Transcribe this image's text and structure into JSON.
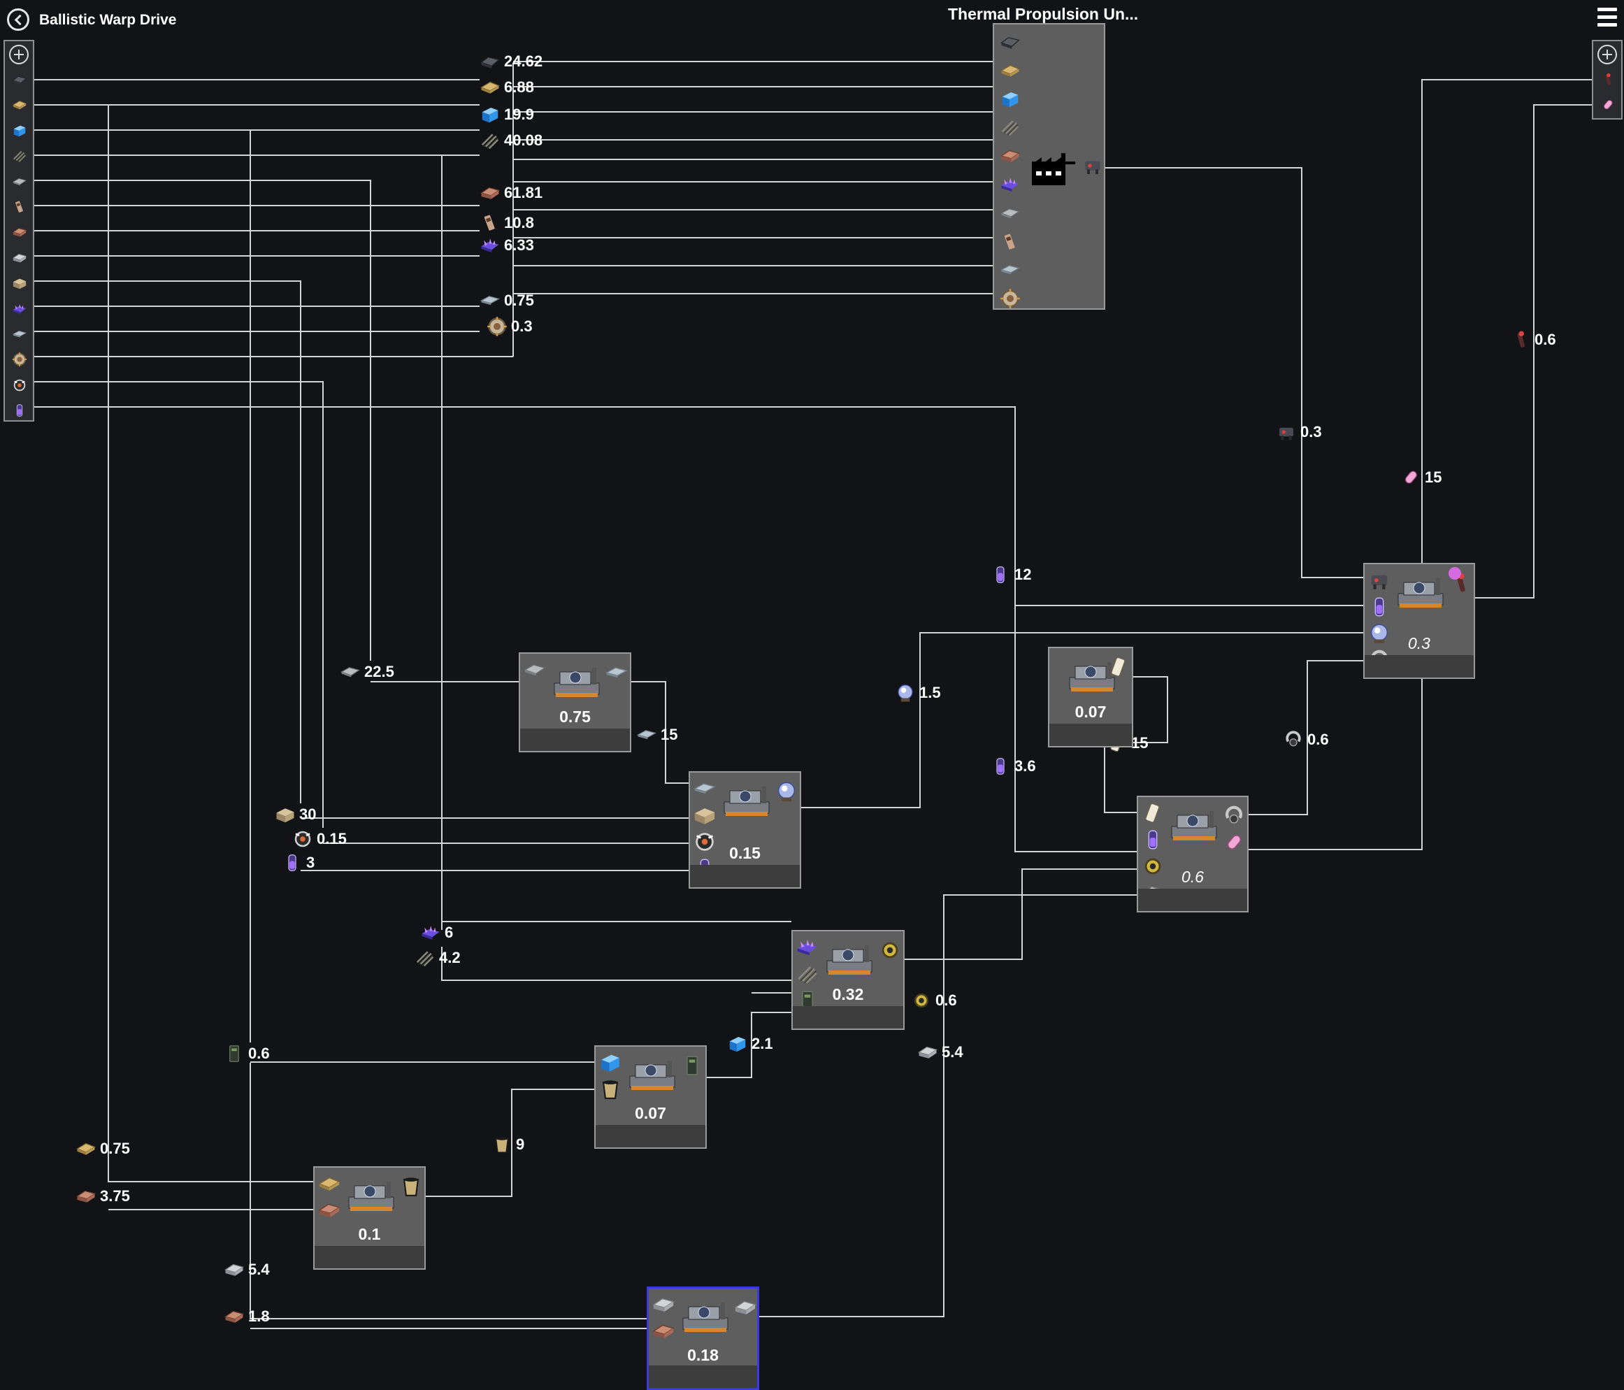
{
  "header": {
    "title": "Ballistic Warp Drive",
    "output_name": "Thermal Propulsion Un..."
  },
  "colors": {
    "background": "#121316",
    "wire": "#d4d4d4",
    "node_bg": "#5e5e5e",
    "selected_border": "#3a3adf",
    "status_dot": "#d56be0"
  },
  "left_inputs": [
    "steel-beam",
    "copper-ingot",
    "blue-crate",
    "rebar",
    "iron-plate",
    "fuse",
    "copper-plate",
    "steel-sheet",
    "sandstone",
    "violet-crystal",
    "glass-pane",
    "cog-gear",
    "skull-core",
    "phial"
  ],
  "right_inputs": [
    "torch-rod",
    "pink-capsule"
  ],
  "output_machine": {
    "left_items": [
      "steel-beam",
      "copper-ingot",
      "blue-crate",
      "rebar",
      "copper-plate",
      "violet-crystal",
      "iron-plate",
      "fuse",
      "glass-pane",
      "cog-gear"
    ],
    "right_item": "robot-drone"
  },
  "flow_labels": [
    {
      "icon": "steel-beam",
      "value": "24.62"
    },
    {
      "icon": "copper-ingot",
      "value": "6.88"
    },
    {
      "icon": "blue-crate",
      "value": "19.9"
    },
    {
      "icon": "rebar",
      "value": "40.08"
    },
    {
      "icon": "copper-plate",
      "value": "61.81"
    },
    {
      "icon": "fuse",
      "value": "10.8"
    },
    {
      "icon": "violet-crystal",
      "value": "6.33"
    },
    {
      "icon": "glass-pane",
      "value": "0.75"
    },
    {
      "icon": "cog-gear",
      "value": "0.3"
    },
    {
      "icon": "torch-rod",
      "value": "0.6"
    },
    {
      "icon": "robot-drone",
      "value": "0.3"
    },
    {
      "icon": "pink-capsule",
      "value": "15"
    },
    {
      "icon": "phial",
      "value": "12"
    },
    {
      "icon": "iron-plate",
      "value": "22.5"
    },
    {
      "icon": "glass-pane",
      "value": "15"
    },
    {
      "icon": "crystal-orb",
      "value": "1.5"
    },
    {
      "icon": "phial",
      "value": "3.6"
    },
    {
      "icon": "scroll-tube",
      "value": "15"
    },
    {
      "icon": "hook-ring",
      "value": "0.6"
    },
    {
      "icon": "sandstone",
      "value": "30"
    },
    {
      "icon": "skull-core",
      "value": "0.15"
    },
    {
      "icon": "phial",
      "value": "3"
    },
    {
      "icon": "violet-crystal",
      "value": "6"
    },
    {
      "icon": "rebar",
      "value": "4.2"
    },
    {
      "icon": "bolt-gadget",
      "value": "0.6"
    },
    {
      "icon": "blue-crate",
      "value": "2.1"
    },
    {
      "icon": "battery-cell",
      "value": "0.6"
    },
    {
      "icon": "steel-sheet",
      "value": "5.4"
    },
    {
      "icon": "tin-cup",
      "value": "9"
    },
    {
      "icon": "copper-ingot",
      "value": "0.75"
    },
    {
      "icon": "copper-plate",
      "value": "3.75"
    },
    {
      "icon": "steel-sheet",
      "value": "5.4"
    },
    {
      "icon": "copper-plate",
      "value": "1.8"
    }
  ],
  "nodes": [
    {
      "rate": "0.3",
      "italic": true,
      "inputs": [
        "robot-drone",
        "phial",
        "crystal-orb",
        "hook-ring"
      ],
      "outputs": [
        "torch-rod"
      ]
    },
    {
      "rate": "0.07",
      "italic": false,
      "inputs": [],
      "outputs": [
        "scroll-tube"
      ]
    },
    {
      "rate": "0.6",
      "italic": true,
      "inputs": [
        "scroll-tube",
        "phial",
        "bolt-gadget",
        "steel-sheet"
      ],
      "outputs": [
        "hook-ring",
        "pink-capsule"
      ]
    },
    {
      "rate": "0.75",
      "italic": false,
      "inputs": [
        "iron-plate"
      ],
      "outputs": [
        "glass-pane"
      ]
    },
    {
      "rate": "0.15",
      "italic": false,
      "inputs": [
        "glass-pane",
        "sandstone",
        "skull-core",
        "phial"
      ],
      "outputs": [
        "crystal-orb"
      ]
    },
    {
      "rate": "0.32",
      "italic": false,
      "inputs": [
        "violet-crystal",
        "rebar",
        "battery-cell"
      ],
      "outputs": [
        "bolt-gadget"
      ]
    },
    {
      "rate": "0.07",
      "italic": false,
      "inputs": [
        "blue-crate",
        "tin-cup"
      ],
      "outputs": [
        "battery-cell"
      ]
    },
    {
      "rate": "0.1",
      "italic": false,
      "inputs": [
        "copper-ingot",
        "copper-plate"
      ],
      "outputs": [
        "tin-cup"
      ]
    },
    {
      "rate": "0.18",
      "italic": false,
      "inputs": [
        "steel-sheet",
        "copper-plate"
      ],
      "outputs": [
        "steel-sheet"
      ]
    }
  ]
}
